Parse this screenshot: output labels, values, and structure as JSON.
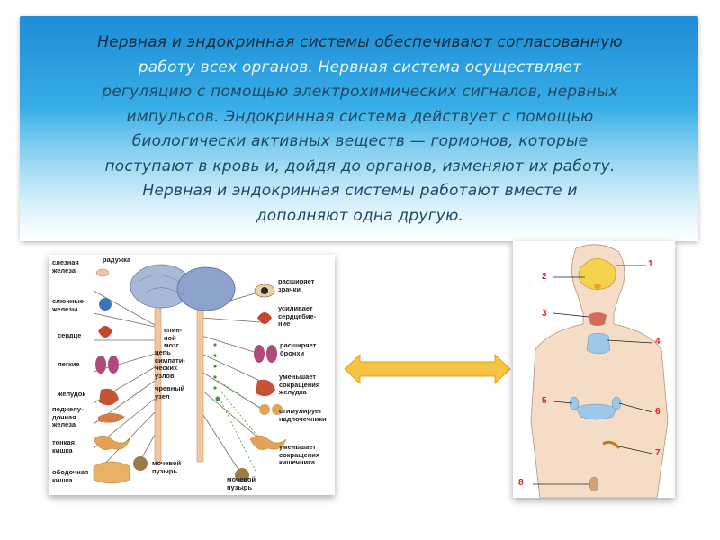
{
  "paragraph": {
    "lines": [
      "Нервная и эндокринная системы обеспечивают согласованную",
      "работу всех органов. Нервная система осуществляет",
      "регуляцию с помощью электрохимических сигналов, нервных",
      "импульсов. Эндокринная система действует с помощью",
      "биологически активных веществ — гормонов, которые",
      "поступают в кровь и, дойдя до органов, изменяют их работу.",
      "Нервная и эндокринная системы работают вместе и",
      "дополняют одна другую."
    ]
  },
  "nervous": {
    "left_labels": [
      "слезная\nжелеза",
      "радужка",
      "слюнные\nжелезы",
      "сердце",
      "легкие",
      "желудок",
      "поджелу-\nдочная\nжелеза",
      "тонкая\nкишка",
      "ободочная\nкишка"
    ],
    "center_labels": [
      "спин-\nной\nмозг",
      "цепь\nсимпати-\nческих\nузлов",
      "чревный\nузел",
      "мочевой\nпузырь"
    ],
    "right_labels": [
      "расширяет\nзрачки",
      "усиливает\nсердцебие-\nние",
      "расширяет\nбронхи",
      "уменьшает\nсокращения\nжелудка",
      "стимулирует\nнадпочечники",
      "уменьшает\nсокращения\nкишечника",
      "мочевой\nпузырь"
    ]
  },
  "endocrine": {
    "numbers": [
      "1",
      "2",
      "3",
      "4",
      "5",
      "6",
      "7",
      "8"
    ]
  },
  "colors": {
    "arrow": "#f6c443",
    "arrow_edge": "#e0a21d",
    "numbers": "#dd2222",
    "glands": "#9ec8ea",
    "brain": "#f3d24d"
  }
}
